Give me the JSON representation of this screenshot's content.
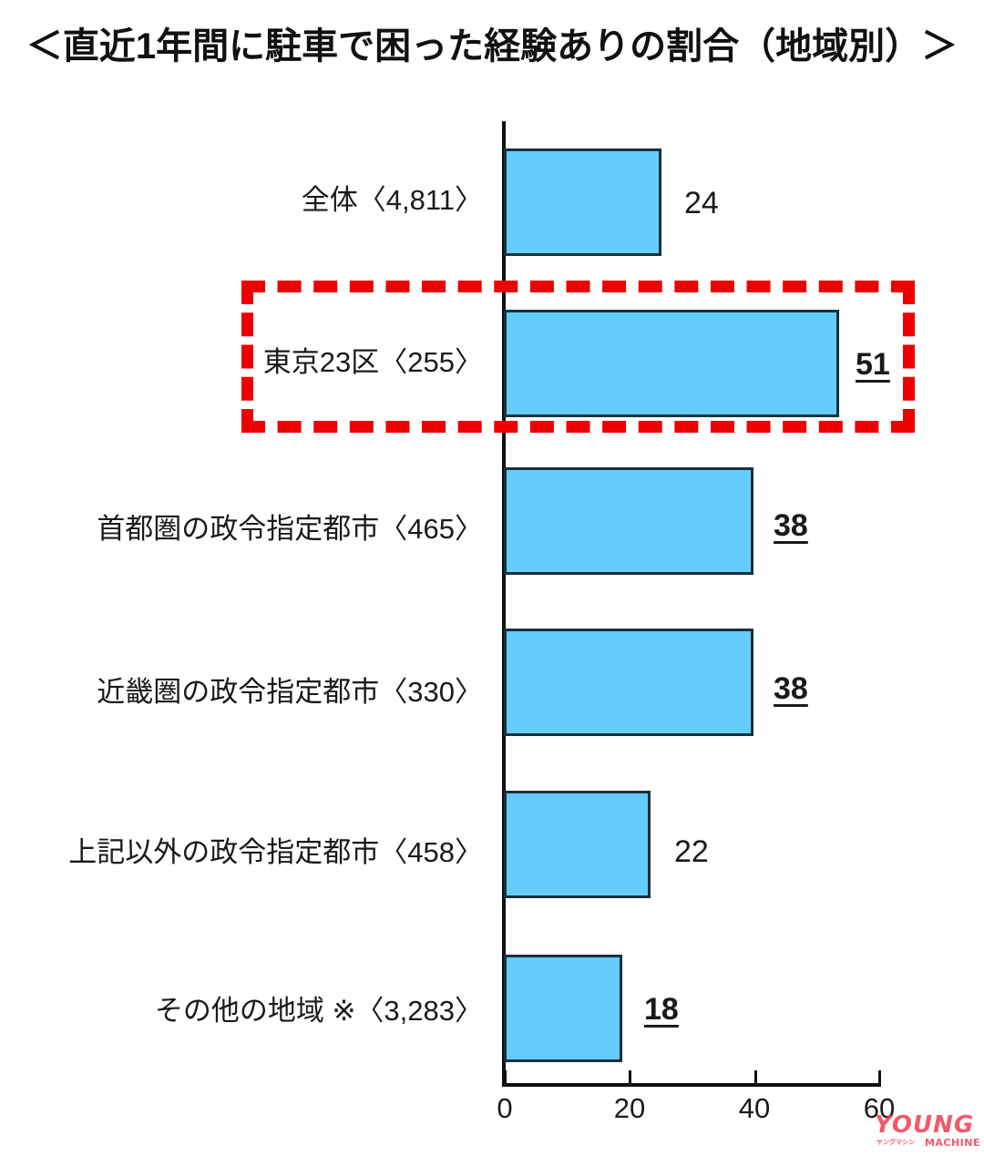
{
  "title": "＜直近1年間に駐車で困った経験ありの割合（地域別）＞",
  "watermark": {
    "brand": "YOUNG",
    "sub": "MACHINE",
    "kana": "ヤングマシン"
  },
  "axis": {
    "ticks": [
      "0",
      "20",
      "40",
      "60"
    ],
    "tick_values": [
      0,
      20,
      40,
      60
    ]
  },
  "chart_data": {
    "type": "bar",
    "orientation": "horizontal",
    "title": "＜直近1年間に駐車で困った経験ありの割合（地域別）＞",
    "xlabel": "",
    "ylabel": "",
    "xlim": [
      0,
      60
    ],
    "grid": false,
    "legend": null,
    "unit": "%",
    "bar_color": "#63ccfb",
    "bar_edge_color": "#19303c",
    "highlight_color": "#ee0000",
    "categories": [
      "全体〈4,811〉",
      "東京23区〈255〉",
      "首都圏の政令指定都市〈465〉",
      "近畿圏の政令指定都市〈330〉",
      "上記以外の政令指定都市〈458〉",
      "その他の地域 ※〈3,283〉"
    ],
    "values": [
      24,
      51,
      38,
      38,
      22,
      18
    ],
    "value_labels": [
      "24",
      "51",
      "38",
      "38",
      "22",
      "18"
    ],
    "emphasized": [
      false,
      true,
      true,
      true,
      false,
      true
    ],
    "highlighted_category": "東京23区〈255〉",
    "sample_sizes": [
      4811,
      255,
      465,
      330,
      458,
      3283
    ]
  }
}
